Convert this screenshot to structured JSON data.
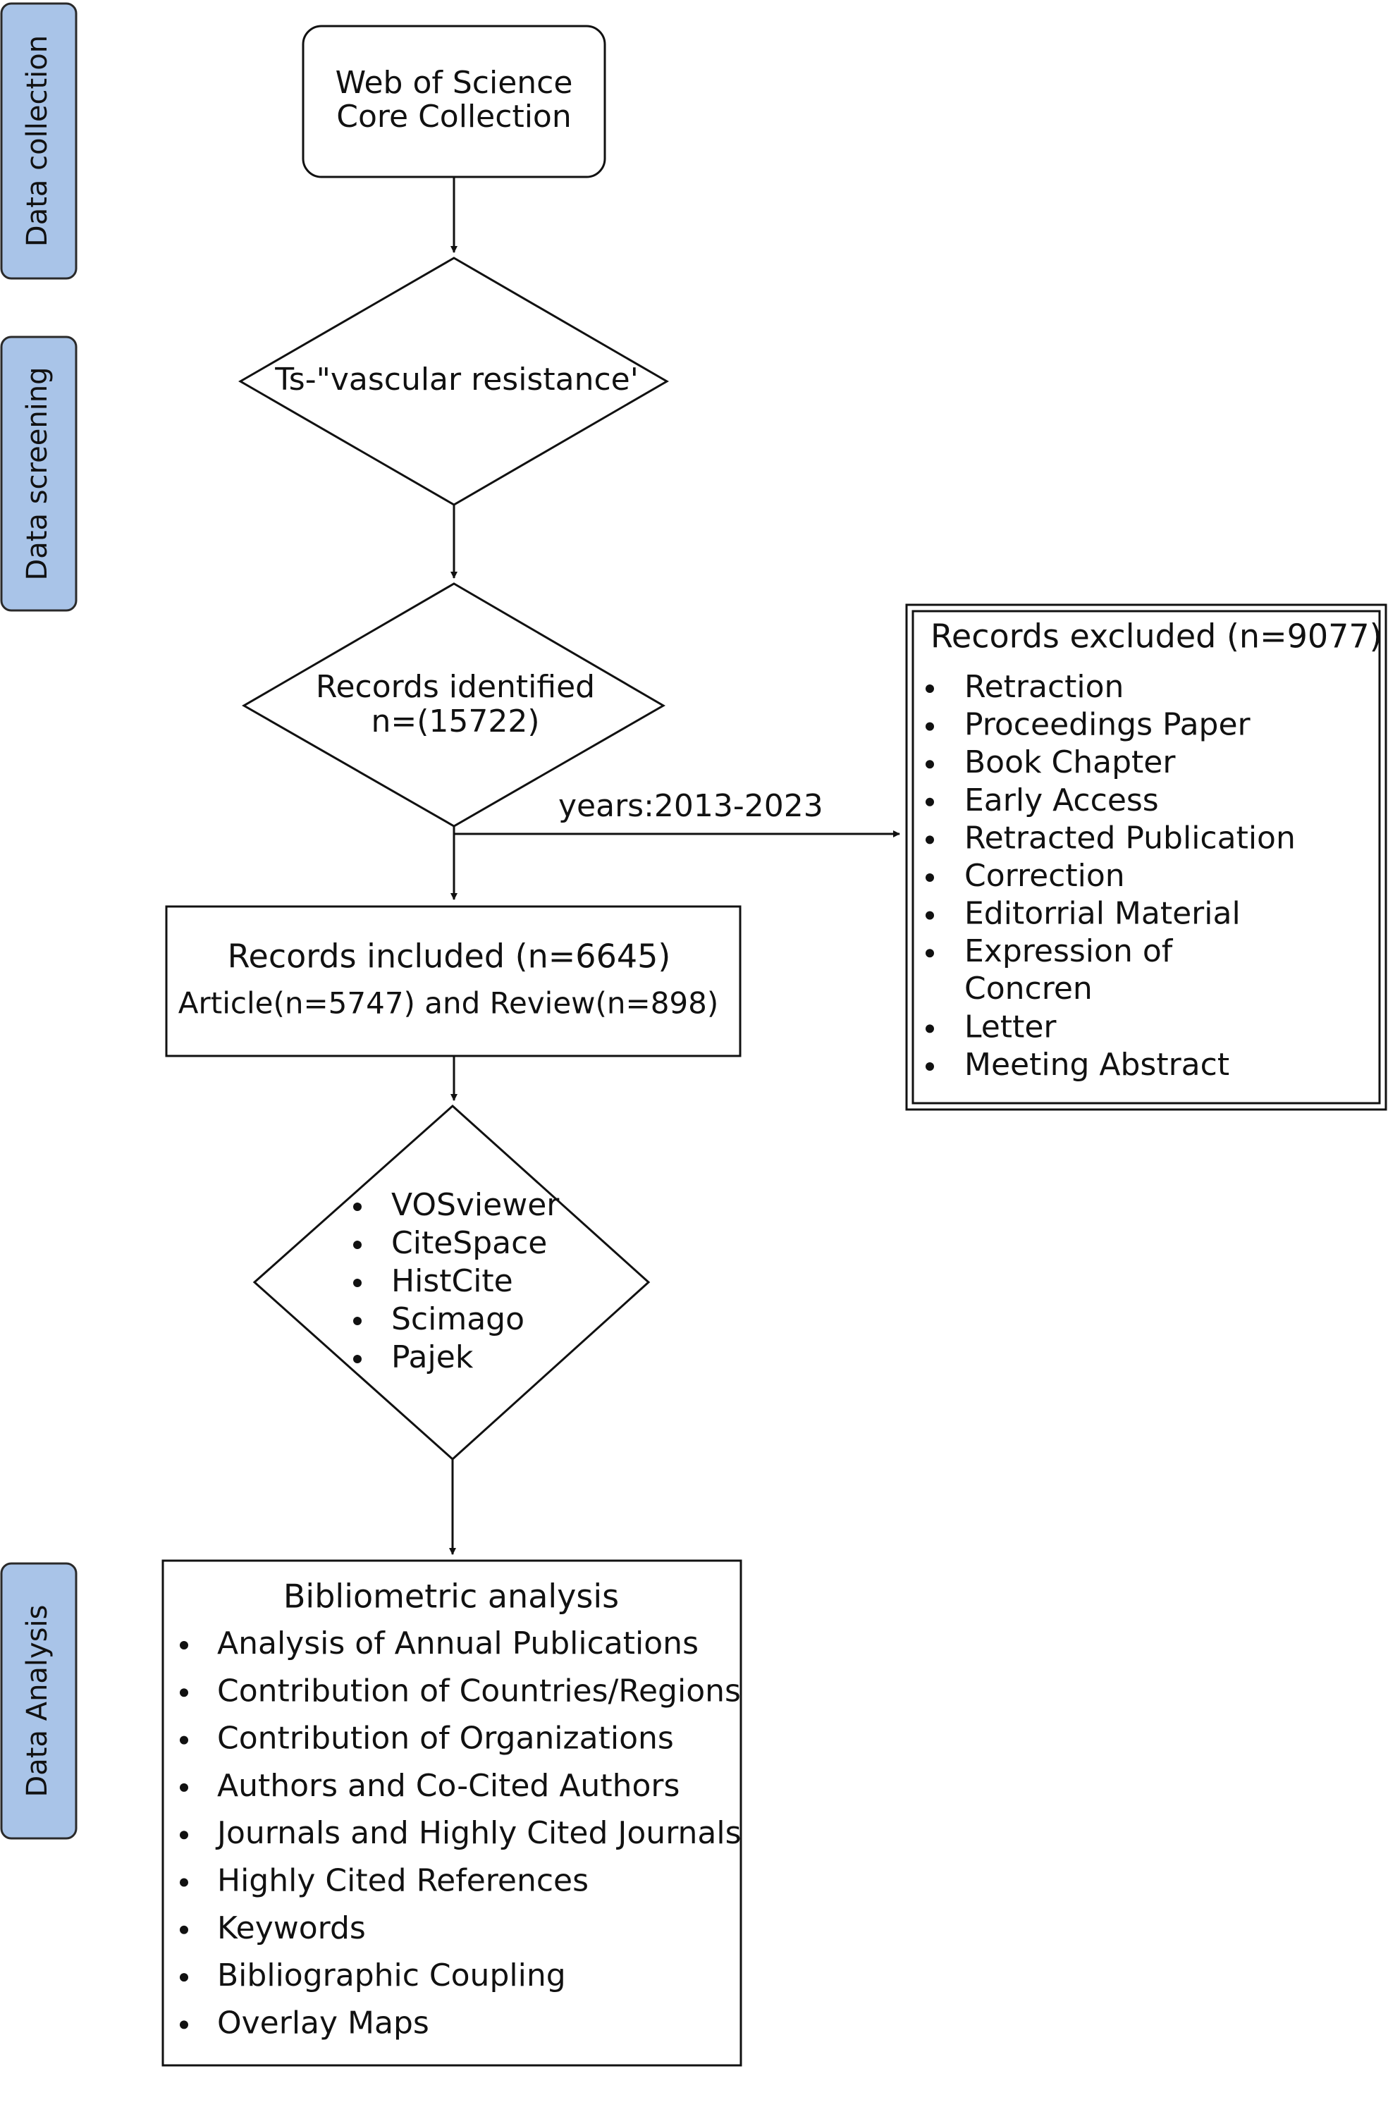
{
  "stages": {
    "collection": "Data collection",
    "screening": "Data screening",
    "analysis": "Data Analysis"
  },
  "source": {
    "line1": "Web of Science",
    "line2": "Core Collection"
  },
  "query": "Ts-\"vascular resistance'",
  "identified": {
    "line1": "Records identified",
    "line2": "n=(15722)"
  },
  "filter_label": "years:2013-2023",
  "included": {
    "line1": "Records included (n=6645)",
    "line2": "Article(n=5747) and Review(n=898)"
  },
  "excluded": {
    "title": "Records excluded  (n=9077)",
    "items": [
      {
        "lines": [
          "Retraction"
        ]
      },
      {
        "lines": [
          "Proceedings Paper"
        ]
      },
      {
        "lines": [
          "Book Chapter"
        ]
      },
      {
        "lines": [
          "Early Access"
        ]
      },
      {
        "lines": [
          "Retracted Publication"
        ]
      },
      {
        "lines": [
          "Correction"
        ]
      },
      {
        "lines": [
          "Editorrial Material"
        ]
      },
      {
        "lines": [
          "Expression of",
          "Concren"
        ]
      },
      {
        "lines": [
          "Letter"
        ]
      },
      {
        "lines": [
          "Meeting Abstract"
        ]
      }
    ]
  },
  "tools": [
    "VOSviewer",
    "CiteSpace",
    "HistCite",
    "Scimago",
    "Pajek"
  ],
  "analysis": {
    "title": "Bibliometric analysis",
    "items": [
      "Analysis of Annual Publications",
      "Contribution of Countries/Regions",
      "Contribution of Organizations",
      "Authors and Co-Cited Authors",
      "Journals and Highly Cited Journals",
      "Highly Cited References",
      "Keywords",
      "Bibliographic Coupling",
      "Overlay Maps"
    ]
  }
}
